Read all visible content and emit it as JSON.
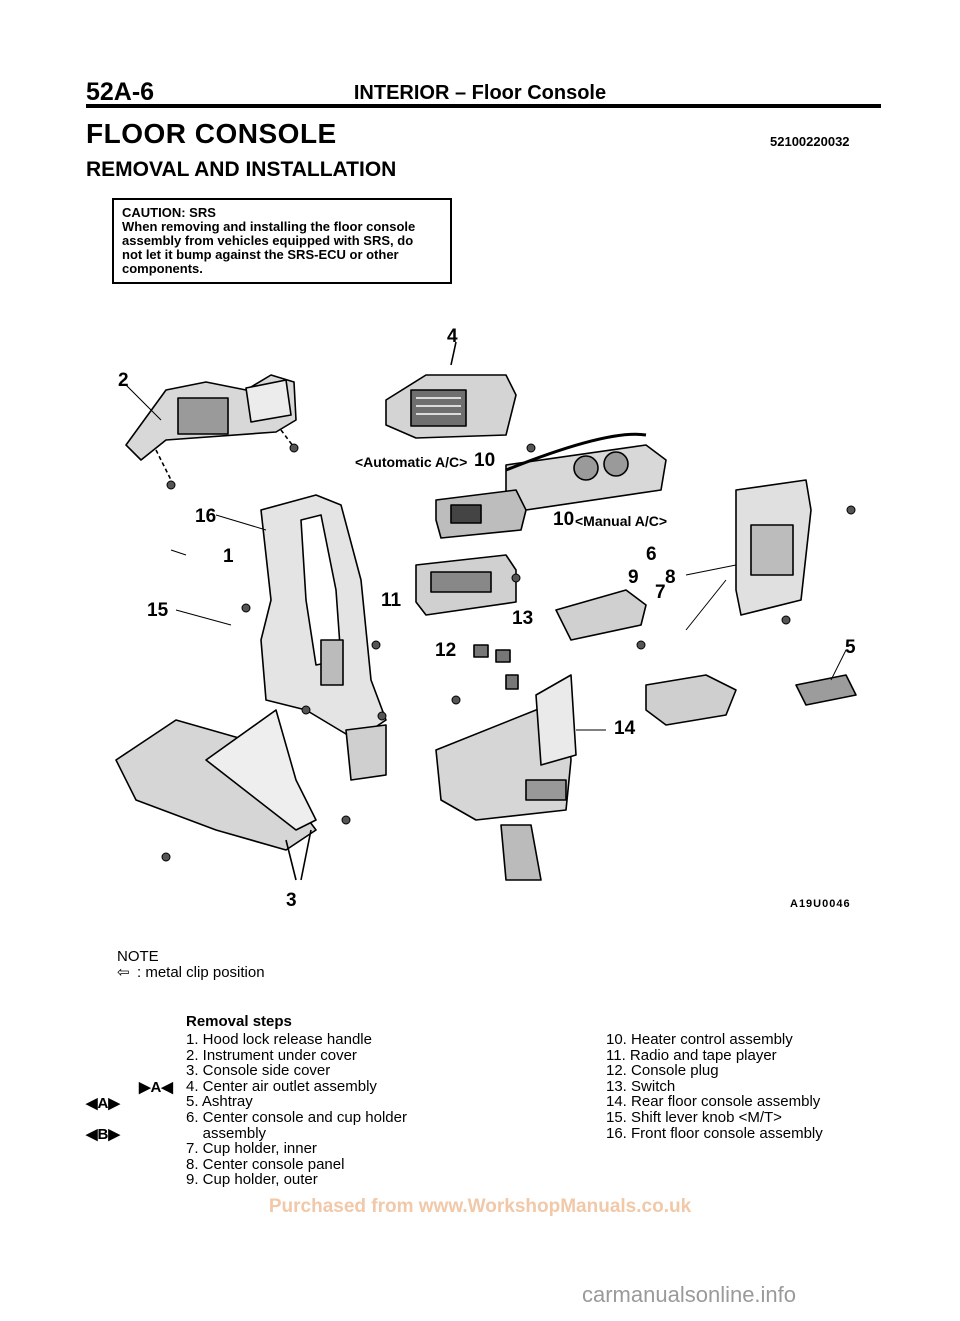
{
  "header": {
    "page_code": "52A-6",
    "title": "INTERIOR – Floor Console"
  },
  "section": {
    "title": "FLOOR CONSOLE",
    "doc_code": "52100220032",
    "subtitle": "REMOVAL AND INSTALLATION"
  },
  "caution": {
    "lines": [
      "CAUTION: SRS",
      "When removing and installing the floor console",
      "assembly from vehicles equipped with SRS, do",
      "not let it bump against the SRS-ECU or other",
      "components."
    ]
  },
  "diagram": {
    "callouts": [
      "1",
      "2",
      "3",
      "4",
      "5",
      "6",
      "7",
      "8",
      "9",
      "10",
      "11",
      "12",
      "13",
      "14",
      "15",
      "16"
    ],
    "label_automatic": "<Automatic A/C>",
    "label_manual": "<Manual A/C>",
    "figure_code": "A19U0046"
  },
  "note": {
    "title": "NOTE",
    "clip_text": ": metal clip position"
  },
  "removal": {
    "title": "Removal steps",
    "left": [
      "1. Hood lock release handle",
      "2. Instrument under cover",
      "3. Console side cover",
      "4. Center air outlet assembly",
      "5. Ashtray",
      "6. Center console and cup holder",
      "    assembly",
      "7. Cup holder, inner",
      "8. Center console panel",
      "9. Cup holder, outer"
    ],
    "right": [
      "10. Heater control assembly",
      "11. Radio and tape player",
      "12. Console plug",
      "13. Switch",
      "14. Rear floor console assembly",
      "15. Shift lever knob <M/T>",
      "16. Front floor console assembly"
    ],
    "markers": {
      "step4": "▶A◀",
      "step6": "◀A▶",
      "step7": "◀B▶"
    }
  },
  "watermark": "Purchased from www.WorkshopManuals.co.uk",
  "footer": "carmanualsonline.info"
}
